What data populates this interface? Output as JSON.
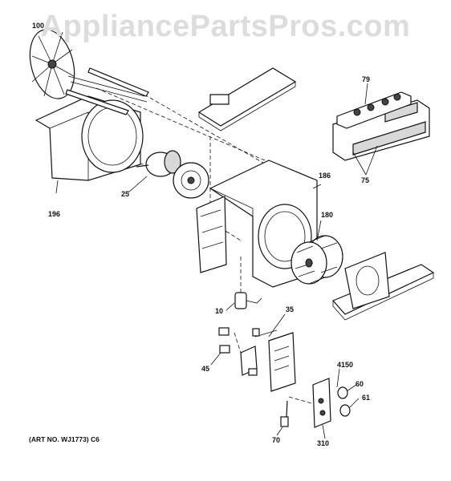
{
  "watermark": "AppliancePartsPros.com",
  "art_number": "(ART NO. WJ1773) C6",
  "callouts": {
    "p100": "100",
    "p196": "196",
    "p25": "25",
    "p79": "79",
    "p75": "75",
    "p186": "186",
    "p180": "180",
    "p10": "10",
    "p35": "35",
    "p45": "45",
    "p4150": "4150",
    "p60": "60",
    "p61": "61",
    "p70": "70",
    "p310": "310"
  },
  "colors": {
    "line": "#111111",
    "watermark": "#dcdcdc",
    "background": "#ffffff"
  }
}
